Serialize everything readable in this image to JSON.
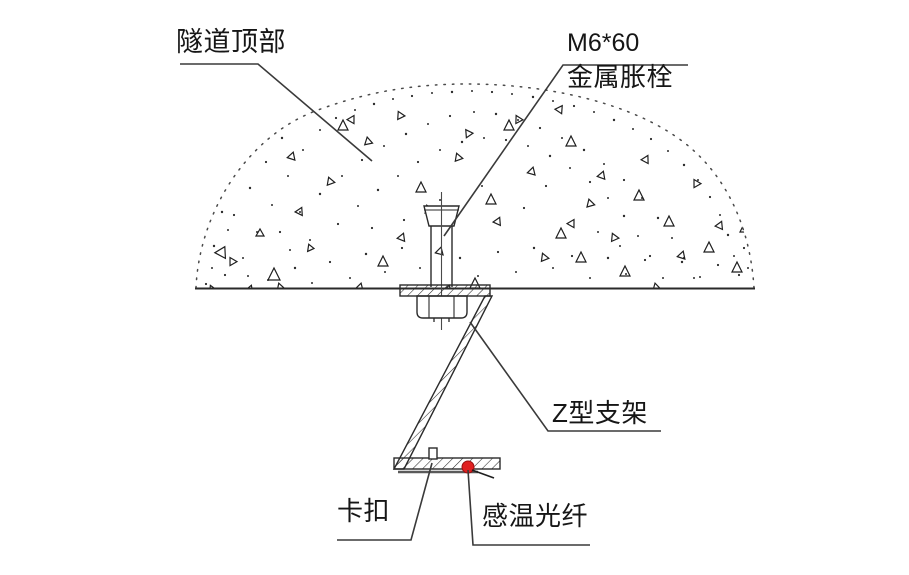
{
  "diagram": {
    "title_visible": false,
    "background_color": "#ffffff",
    "line_color": "#222222",
    "accent_color": "#e02020",
    "labels": {
      "tunnel_top": "隧道顶部",
      "bolt_spec": "M6*60",
      "bolt_name": "金属胀栓",
      "z_bracket": "Z型支架",
      "clip": "卡扣",
      "fiber": "感温光纤"
    },
    "components": [
      {
        "name": "tunnel-ceiling-concrete",
        "label": "隧道顶部",
        "hatch": "concrete-aggregate-dots-and-triangles"
      },
      {
        "name": "expansion-bolt",
        "label": "M6*60 金属胀栓",
        "spec": "M6*60"
      },
      {
        "name": "z-bracket",
        "label": "Z型支架",
        "hatch": "diagonal-section-hatch"
      },
      {
        "name": "cable-clip",
        "label": "卡扣"
      },
      {
        "name": "heat-sensing-fiber",
        "label": "感温光纤",
        "color": "#e02020"
      }
    ]
  }
}
